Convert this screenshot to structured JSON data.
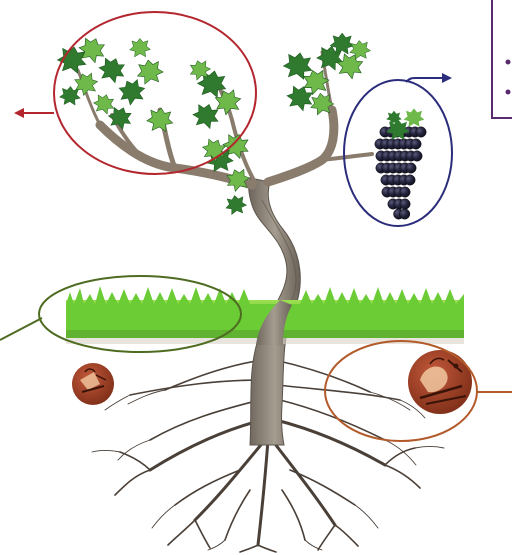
{
  "diagram": {
    "subject": "grapevine",
    "callouts": [
      {
        "id": "canopy",
        "color": "#b3262e",
        "arrow": "left"
      },
      {
        "id": "fruit",
        "color": "#2b2d7a",
        "arrow": "right"
      },
      {
        "id": "groundcover",
        "color": "#4e6b22",
        "arrow": "left"
      },
      {
        "id": "soil-organisms",
        "color": "#b35a2a",
        "arrow": "right"
      }
    ],
    "partial_box": {
      "color": "#5a2a6e",
      "bullets": 2
    },
    "palette": {
      "leaf_dark": "#2f7a2f",
      "leaf_light": "#6fb84a",
      "trunk": "#8a8074",
      "root": "#4a4038",
      "grass": "#74c93a",
      "grape": "#23233a",
      "soil_disc": "#9a3e22"
    }
  }
}
